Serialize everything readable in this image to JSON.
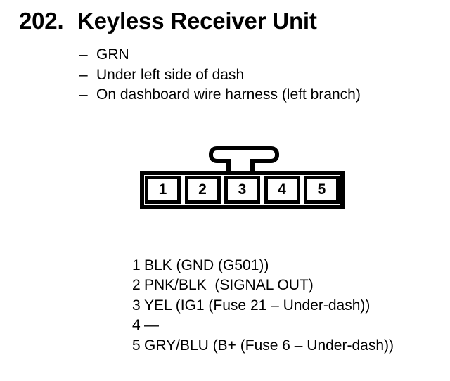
{
  "header": {
    "index": "202.",
    "title": "Keyless Receiver Unit"
  },
  "notes": {
    "dash": "–",
    "items": [
      "GRN",
      "Under left side of dash",
      "On dashboard wire harness (left branch)"
    ]
  },
  "connector": {
    "description": "5-pin connector, front view, latch tab on top",
    "pins": [
      "1",
      "2",
      "3",
      "4",
      "5"
    ]
  },
  "pinout": {
    "rows": [
      {
        "pin": "1",
        "label": "BLK (GND (G501))"
      },
      {
        "pin": "2",
        "label": "PNK/BLK  (SIGNAL OUT)"
      },
      {
        "pin": "3",
        "label": "YEL (IG1 (Fuse 21 – Under-dash))"
      },
      {
        "pin": "4",
        "label": "—"
      },
      {
        "pin": "5",
        "label": "GRY/BLU (B+ (Fuse 6 – Under-dash))"
      }
    ]
  },
  "colors": {
    "ink": "#000000",
    "paper": "#ffffff"
  }
}
